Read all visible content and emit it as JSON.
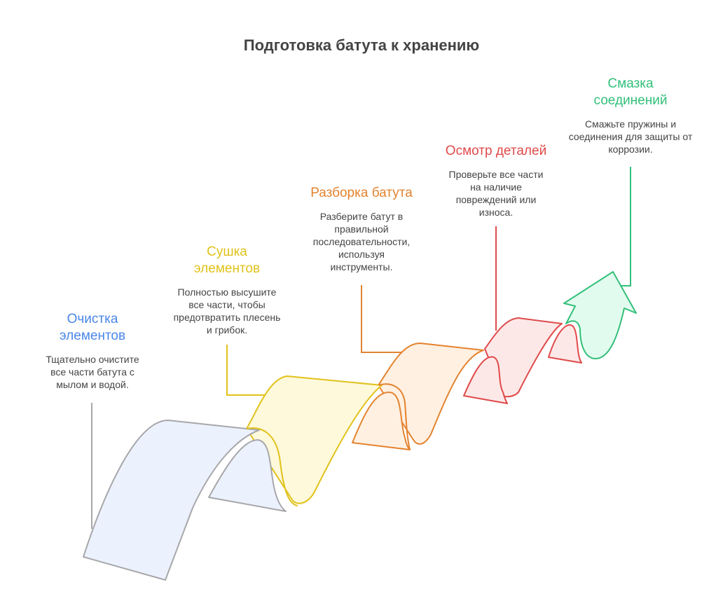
{
  "title": "Подготовка батута к хранению",
  "steps": [
    {
      "title": "Очистка элементов",
      "title_lines": [
        "Очистка",
        "элементов"
      ],
      "desc": "Тщательно очистите все части батута с мылом и водой.",
      "color": "#4a86e8",
      "fill": "#ecf2fd",
      "stroke": "#a7a7ab"
    },
    {
      "title": "Сушка элементов",
      "title_lines": [
        "Сушка",
        "элементов"
      ],
      "desc": "Полностью высушите все части, чтобы предотвратить плесень и грибок.",
      "color": "#e0c21a",
      "fill": "#fff9db",
      "stroke": "#e0c21a"
    },
    {
      "title": "Разборка батута",
      "title_lines": [
        "Разборка батута"
      ],
      "desc": "Разберите батут в правильной последовательности, используя инструменты.",
      "color": "#e3832f",
      "fill": "#fff0e1",
      "stroke": "#e3832f"
    },
    {
      "title": "Осмотр деталей",
      "title_lines": [
        "Осмотр деталей"
      ],
      "desc": "Проверьте все части на наличие повреждений или износа.",
      "color": "#e04a4a",
      "fill": "#fde8e8",
      "stroke": "#e04a4a"
    },
    {
      "title": "Смазка соединений",
      "title_lines": [
        "Смазка",
        "соединений"
      ],
      "desc": "Смажьте пружины и соединения для защиты от коррозии.",
      "color": "#33c07a",
      "fill": "#e2fbef",
      "stroke": "#33c07a"
    }
  ]
}
